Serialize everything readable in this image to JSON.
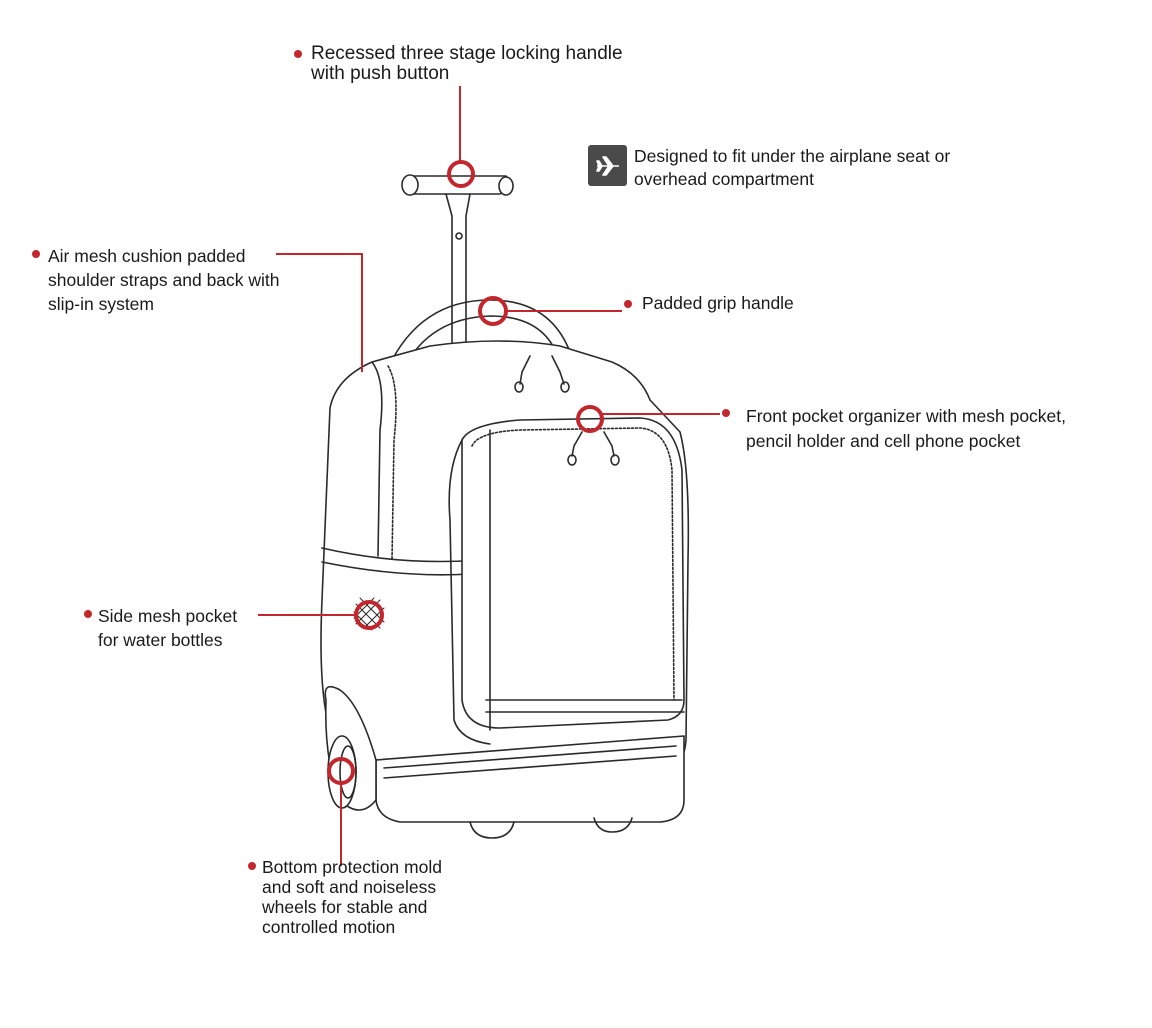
{
  "colors": {
    "accent": "#c1272d",
    "outline": "#2a2a2a",
    "icon_bg": "#4a4a4a",
    "text": "#1a1a1a"
  },
  "callouts": {
    "handle": {
      "lines": [
        "Recessed three stage locking handle",
        "with push button"
      ]
    },
    "airplane": {
      "icon": "airplane-icon",
      "lines": [
        "Designed to fit under the airplane seat or",
        "overhead compartment"
      ]
    },
    "straps": {
      "lines": [
        "Air mesh cushion padded",
        "shoulder straps and back with",
        "slip-in system"
      ]
    },
    "grip": {
      "lines": [
        "Padded grip handle"
      ]
    },
    "front_pocket": {
      "lines": [
        "Front pocket organizer with mesh pocket,",
        "pencil holder and cell phone pocket"
      ]
    },
    "side_pocket": {
      "lines": [
        "Side mesh pocket",
        "for water bottles"
      ]
    },
    "bottom": {
      "lines": [
        "Bottom protection mold",
        "and soft and noiseless",
        "wheels for stable and",
        "controlled motion"
      ]
    }
  }
}
